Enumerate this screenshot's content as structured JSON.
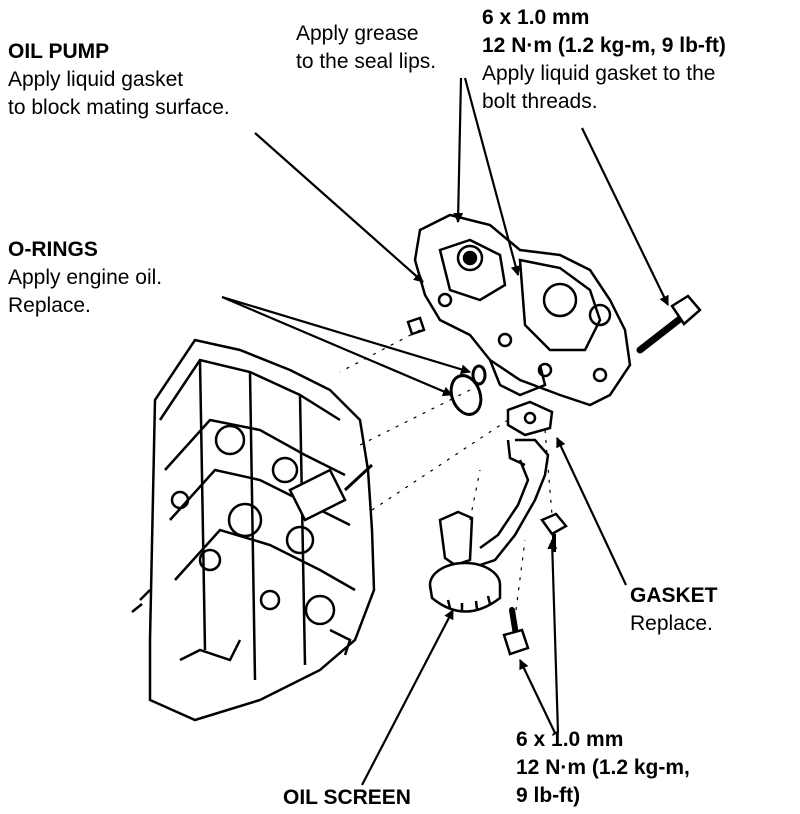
{
  "labels": {
    "oil_pump": {
      "title": "OIL PUMP",
      "lines": [
        "Apply liquid gasket",
        "to block mating surface."
      ]
    },
    "grease": {
      "lines": [
        "Apply grease",
        "to the seal lips."
      ]
    },
    "bolt_top": {
      "title": "6 x 1.0 mm",
      "torque": "12 N·m (1.2 kg-m, 9 lb-ft)",
      "lines": [
        "Apply liquid gasket to the",
        "bolt threads."
      ]
    },
    "o_rings": {
      "title": "O-RINGS",
      "lines": [
        "Apply engine oil.",
        "Replace."
      ]
    },
    "gasket": {
      "title": "GASKET",
      "lines": [
        "Replace."
      ]
    },
    "bolt_bottom": {
      "title": "6 x 1.0 mm",
      "torque_lines": [
        "12 N·m (1.2 kg-m,",
        "9 lb-ft)"
      ]
    },
    "oil_screen": {
      "title": "OIL SCREEN"
    }
  }
}
